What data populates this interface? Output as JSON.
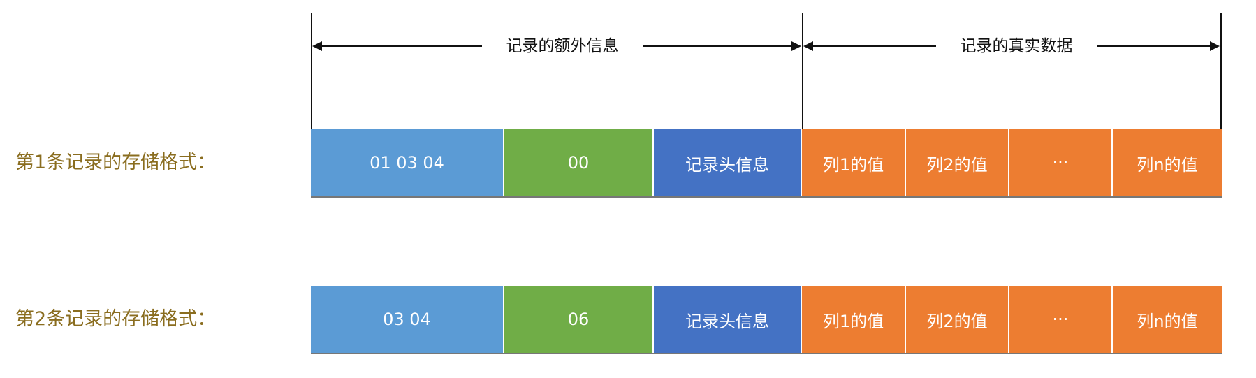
{
  "header": {
    "extra_info_label": "记录的额外信息",
    "real_data_label": "记录的真实数据"
  },
  "rows": [
    {
      "label": "第1条记录的存储格式：",
      "cells": {
        "varlen": "01 03 04",
        "null_list": "00",
        "header": "记录头信息",
        "col1": "列1的值",
        "col2": "列2的值",
        "dots": "···",
        "coln": "列n的值"
      }
    },
    {
      "label": "第2条记录的存储格式：",
      "cells": {
        "varlen": "03 04",
        "null_list": "06",
        "header": "记录头信息",
        "col1": "列1的值",
        "col2": "列2的值",
        "dots": "···",
        "coln": "列n的值"
      }
    }
  ],
  "colors": {
    "varlen": "#5b9bd5",
    "null_list": "#70ad47",
    "header": "#4472c4",
    "columns": "#ed7d31",
    "row_label_text": "#8a6d1f"
  }
}
